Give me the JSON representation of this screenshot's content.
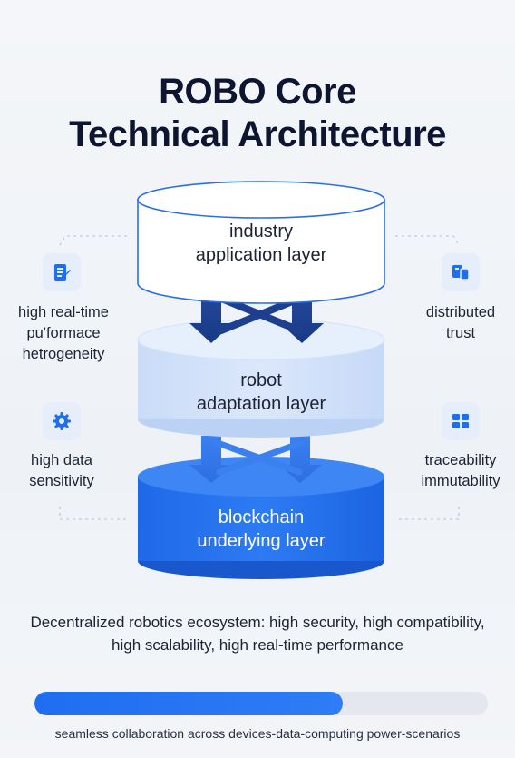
{
  "title": {
    "line1": "ROBO Core",
    "line2": "Technical Architecture"
  },
  "layers": [
    {
      "line1": "industry",
      "line2": "application layer",
      "color": "#ffffff"
    },
    {
      "line1": "robot",
      "line2": "adaptation layer",
      "color": "#cfe0fb"
    },
    {
      "line1": "blockchain",
      "line2": "underlying layer",
      "color": "#2474f0"
    }
  ],
  "left_features": [
    {
      "icon": "document-list-icon",
      "lines": [
        "high real-time",
        "pu'formace",
        "hetrogeneity"
      ]
    },
    {
      "icon": "gear-icon",
      "lines": [
        "high data",
        "sensitivity"
      ]
    }
  ],
  "right_features": [
    {
      "icon": "device-icon",
      "lines": [
        "distributed",
        "trust"
      ]
    },
    {
      "icon": "grid-blocks-icon",
      "lines": [
        "traceability",
        "immutability"
      ]
    }
  ],
  "caption": "Decentralized robotics ecosystem: high security, high compatibility, high scalability, high real-time performance",
  "progress": {
    "fraction": 0.68
  },
  "footer": "seamless collaboration across devices-data-computing power-scenarios",
  "colors": {
    "accent": "#1f6ef2",
    "dark_arrow": "#1e3f8f",
    "light_tile": "#e6eefc"
  }
}
